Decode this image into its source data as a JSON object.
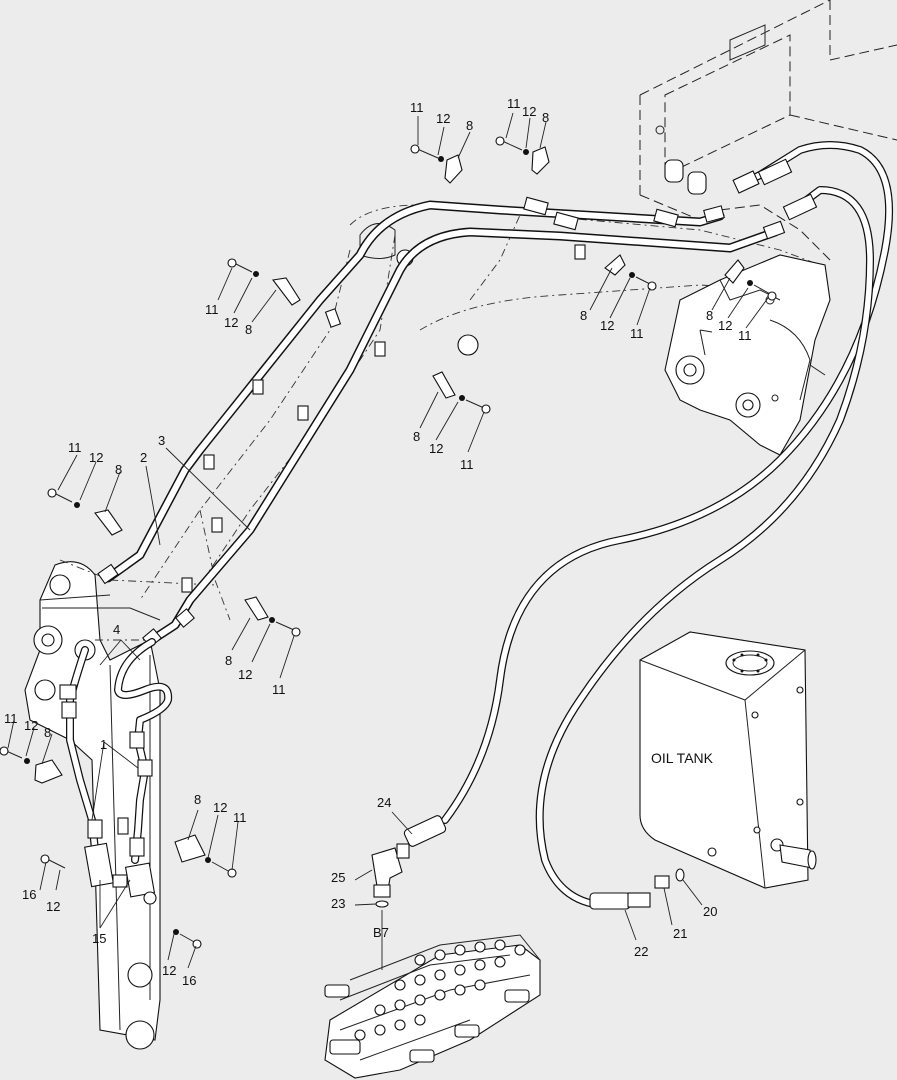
{
  "tank": {
    "label": "OIL TANK"
  },
  "valve": {
    "label": "B7"
  },
  "callouts": {
    "c1": "1",
    "c2": "2",
    "c3": "3",
    "c4": "4",
    "c8a": "8",
    "c8b": "8",
    "c8c": "8",
    "c8d": "8",
    "c8e": "8",
    "c8f": "8",
    "c8g": "8",
    "c8h": "8",
    "c8i": "8",
    "c8j": "8",
    "c11a": "11",
    "c11b": "11",
    "c11c": "11",
    "c11d": "11",
    "c11e": "11",
    "c11f": "11",
    "c11g": "11",
    "c11h": "11",
    "c11i": "11",
    "c11j": "11",
    "c12a": "12",
    "c12b": "12",
    "c12c": "12",
    "c12d": "12",
    "c12e": "12",
    "c12f": "12",
    "c12g": "12",
    "c12h": "12",
    "c12i": "12",
    "c12j": "12",
    "c12k": "12",
    "c12l": "12",
    "c15": "15",
    "c16a": "16",
    "c16b": "16",
    "c20": "20",
    "c21": "21",
    "c22": "22",
    "c23": "23",
    "c24": "24",
    "c25": "25"
  }
}
